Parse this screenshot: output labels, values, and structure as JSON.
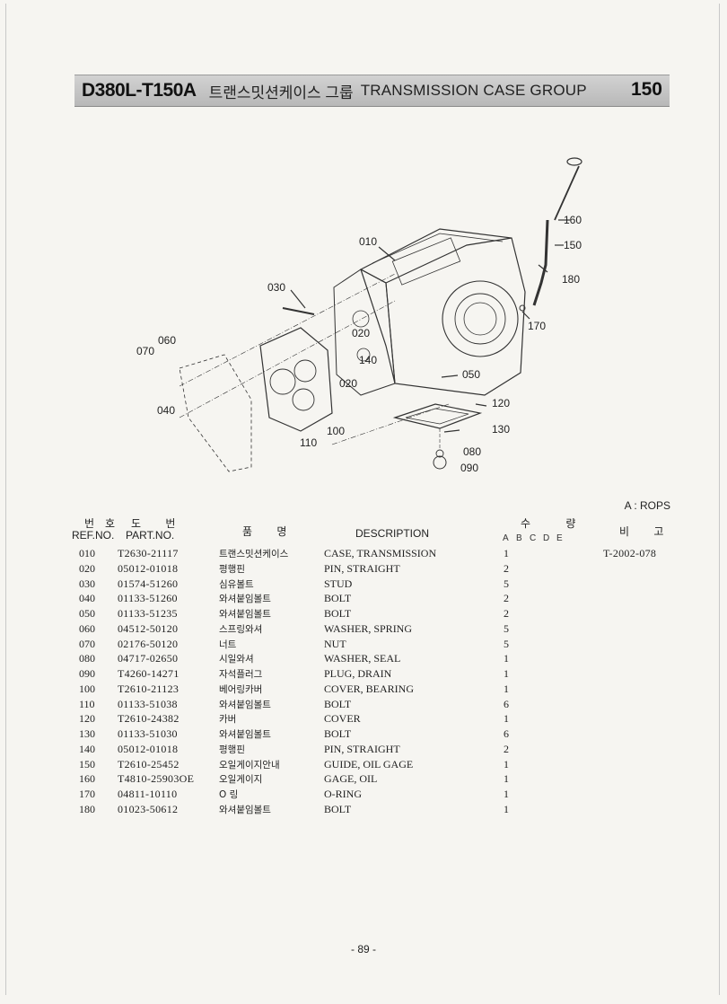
{
  "header": {
    "model": "D380L-T150A",
    "title_ko": "트랜스밋션케이스 그룹",
    "title_en": "TRANSMISSION CASE GROUP",
    "page_code": "150"
  },
  "diagram": {
    "callouts": [
      "010",
      "020",
      "020",
      "030",
      "040",
      "050",
      "060",
      "070",
      "080",
      "090",
      "100",
      "110",
      "120",
      "130",
      "140",
      "150",
      "160",
      "170",
      "180"
    ]
  },
  "note": "A : ROPS",
  "columns": {
    "ref_ko": "번호",
    "ref_en": "REF.NO.",
    "part_ko": "도 번",
    "part_en": "PART.NO.",
    "name_ko": "품 명",
    "desc": "DESCRIPTION",
    "qty_ko": "수 량",
    "qty_letters": [
      "A",
      "B",
      "C",
      "D",
      "E"
    ],
    "remark_ko": "비 고"
  },
  "parts": [
    {
      "ref": "010",
      "part": "T2630-21117",
      "ko": "트랜스밋션케이스",
      "desc": "CASE, TRANSMISSION",
      "qty": "1",
      "remark": "T-2002-078"
    },
    {
      "ref": "020",
      "part": "05012-01018",
      "ko": "평행핀",
      "desc": "PIN, STRAIGHT",
      "qty": "2",
      "remark": ""
    },
    {
      "ref": "030",
      "part": "01574-51260",
      "ko": "심유볼트",
      "desc": "STUD",
      "qty": "5",
      "remark": ""
    },
    {
      "ref": "040",
      "part": "01133-51260",
      "ko": "와셔붙임볼트",
      "desc": "BOLT",
      "qty": "2",
      "remark": ""
    },
    {
      "ref": "050",
      "part": "01133-51235",
      "ko": "와셔붙임볼트",
      "desc": "BOLT",
      "qty": "2",
      "remark": ""
    },
    {
      "ref": "060",
      "part": "04512-50120",
      "ko": "스프링와셔",
      "desc": "WASHER, SPRING",
      "qty": "5",
      "remark": ""
    },
    {
      "ref": "070",
      "part": "02176-50120",
      "ko": "너트",
      "desc": "NUT",
      "qty": "5",
      "remark": ""
    },
    {
      "ref": "080",
      "part": "04717-02650",
      "ko": "시일와셔",
      "desc": "WASHER, SEAL",
      "qty": "1",
      "remark": ""
    },
    {
      "ref": "090",
      "part": "T4260-14271",
      "ko": "자석플러그",
      "desc": "PLUG, DRAIN",
      "qty": "1",
      "remark": ""
    },
    {
      "ref": "100",
      "part": "T2610-21123",
      "ko": "베어링카버",
      "desc": "COVER, BEARING",
      "qty": "1",
      "remark": ""
    },
    {
      "ref": "110",
      "part": "01133-51038",
      "ko": "와셔붙임볼트",
      "desc": "BOLT",
      "qty": "6",
      "remark": ""
    },
    {
      "ref": "120",
      "part": "T2610-24382",
      "ko": "카버",
      "desc": "COVER",
      "qty": "1",
      "remark": ""
    },
    {
      "ref": "130",
      "part": "01133-51030",
      "ko": "와셔붙임볼트",
      "desc": "BOLT",
      "qty": "6",
      "remark": ""
    },
    {
      "ref": "140",
      "part": "05012-01018",
      "ko": "평행핀",
      "desc": "PIN, STRAIGHT",
      "qty": "2",
      "remark": ""
    },
    {
      "ref": "150",
      "part": "T2610-25452",
      "ko": "오일게이지안내",
      "desc": "GUIDE, OIL GAGE",
      "qty": "1",
      "remark": ""
    },
    {
      "ref": "160",
      "part": "T4810-25903OE",
      "ko": "오일게이지",
      "desc": "GAGE, OIL",
      "qty": "1",
      "remark": ""
    },
    {
      "ref": "170",
      "part": "04811-10110",
      "ko": "O 링",
      "desc": "O-RING",
      "qty": "1",
      "remark": ""
    },
    {
      "ref": "180",
      "part": "01023-50612",
      "ko": "와셔붙임볼트",
      "desc": "BOLT",
      "qty": "1",
      "remark": ""
    }
  ],
  "footer": {
    "page_number": "- 89 -"
  }
}
